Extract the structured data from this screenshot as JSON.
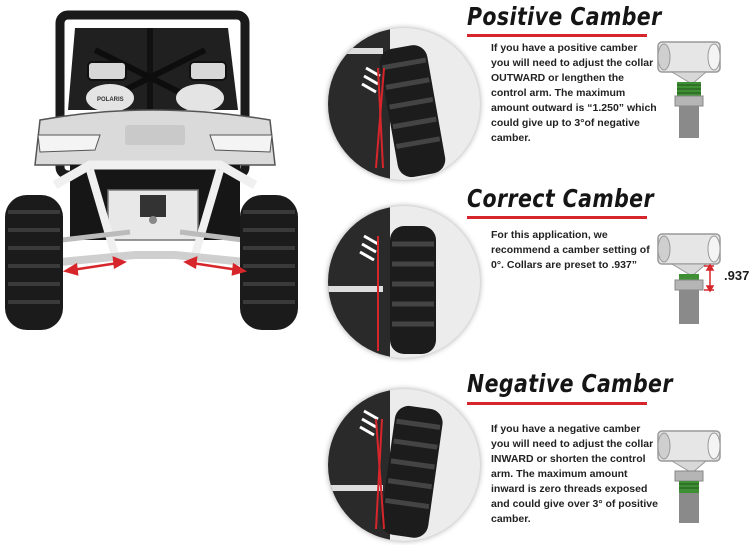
{
  "sections": [
    {
      "title": "Positive Camber",
      "description": "If you have a positive camber you will need to adjust the collar OUTWARD or lengthen the control arm. The maximum amount outward is “1.250” which could give up to 3°of negative camber."
    },
    {
      "title": "Correct Camber",
      "description": "For this application, we recommend a camber setting of 0°. Collars are preset to .937”",
      "measurement": ".937"
    },
    {
      "title": "Negative Camber",
      "description": "If you have a negative camber you will need to adjust the collar INWARD or shorten the control arm. The maximum amount inward is zero threads exposed and could give over 3° of positive camber."
    }
  ],
  "vehicle": {
    "badge_text": "POLARIS"
  },
  "colors": {
    "accent": "#d7262b",
    "thread": "#3f8f35",
    "text": "#222222"
  }
}
